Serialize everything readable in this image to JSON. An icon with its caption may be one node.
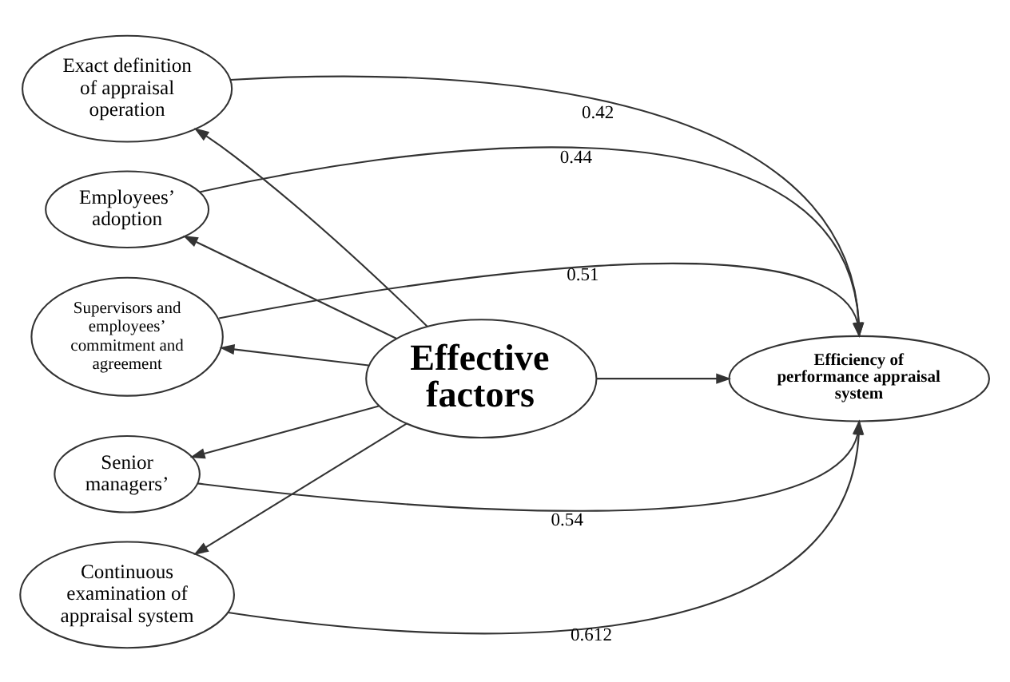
{
  "diagram": {
    "nodes": [
      {
        "text": [
          "Exact definition of appraisal operation"
        ]
      },
      {
        "text": [
          "Employees’ adoption"
        ]
      },
      {
        "text": [
          "Supervisors and employees’ commitment and agreement"
        ]
      },
      {
        "text": [
          "Senior managers’"
        ]
      },
      {
        "text": [
          "Continuous examination of appraisal system"
        ]
      },
      {
        "text": [
          "Effective factors"
        ]
      },
      {
        "text": [
          "Efficiency of performance appraisal system"
        ]
      }
    ],
    "edges": [
      {
        "from": 5,
        "to": 0,
        "arrow": "to"
      },
      {
        "from": 5,
        "to": 1,
        "arrow": "to"
      },
      {
        "from": 5,
        "to": 2,
        "arrow": "to"
      },
      {
        "from": 5,
        "to": 3,
        "arrow": "to"
      },
      {
        "from": 5,
        "to": 4,
        "arrow": "to"
      },
      {
        "from": 5,
        "to": 6,
        "arrow": "to"
      },
      {
        "from": 0,
        "to": 6,
        "arrow": "to",
        "label": "0.42"
      },
      {
        "from": 1,
        "to": 6,
        "arrow": "to",
        "label": "0.44"
      },
      {
        "from": 2,
        "to": 6,
        "arrow": "to",
        "label": "0.51"
      },
      {
        "from": 4,
        "to": 6,
        "arrow": "to",
        "label": "0.612"
      },
      {
        "from": 3,
        "to": 6,
        "arrow": "to",
        "label": "0.54"
      }
    ]
  }
}
